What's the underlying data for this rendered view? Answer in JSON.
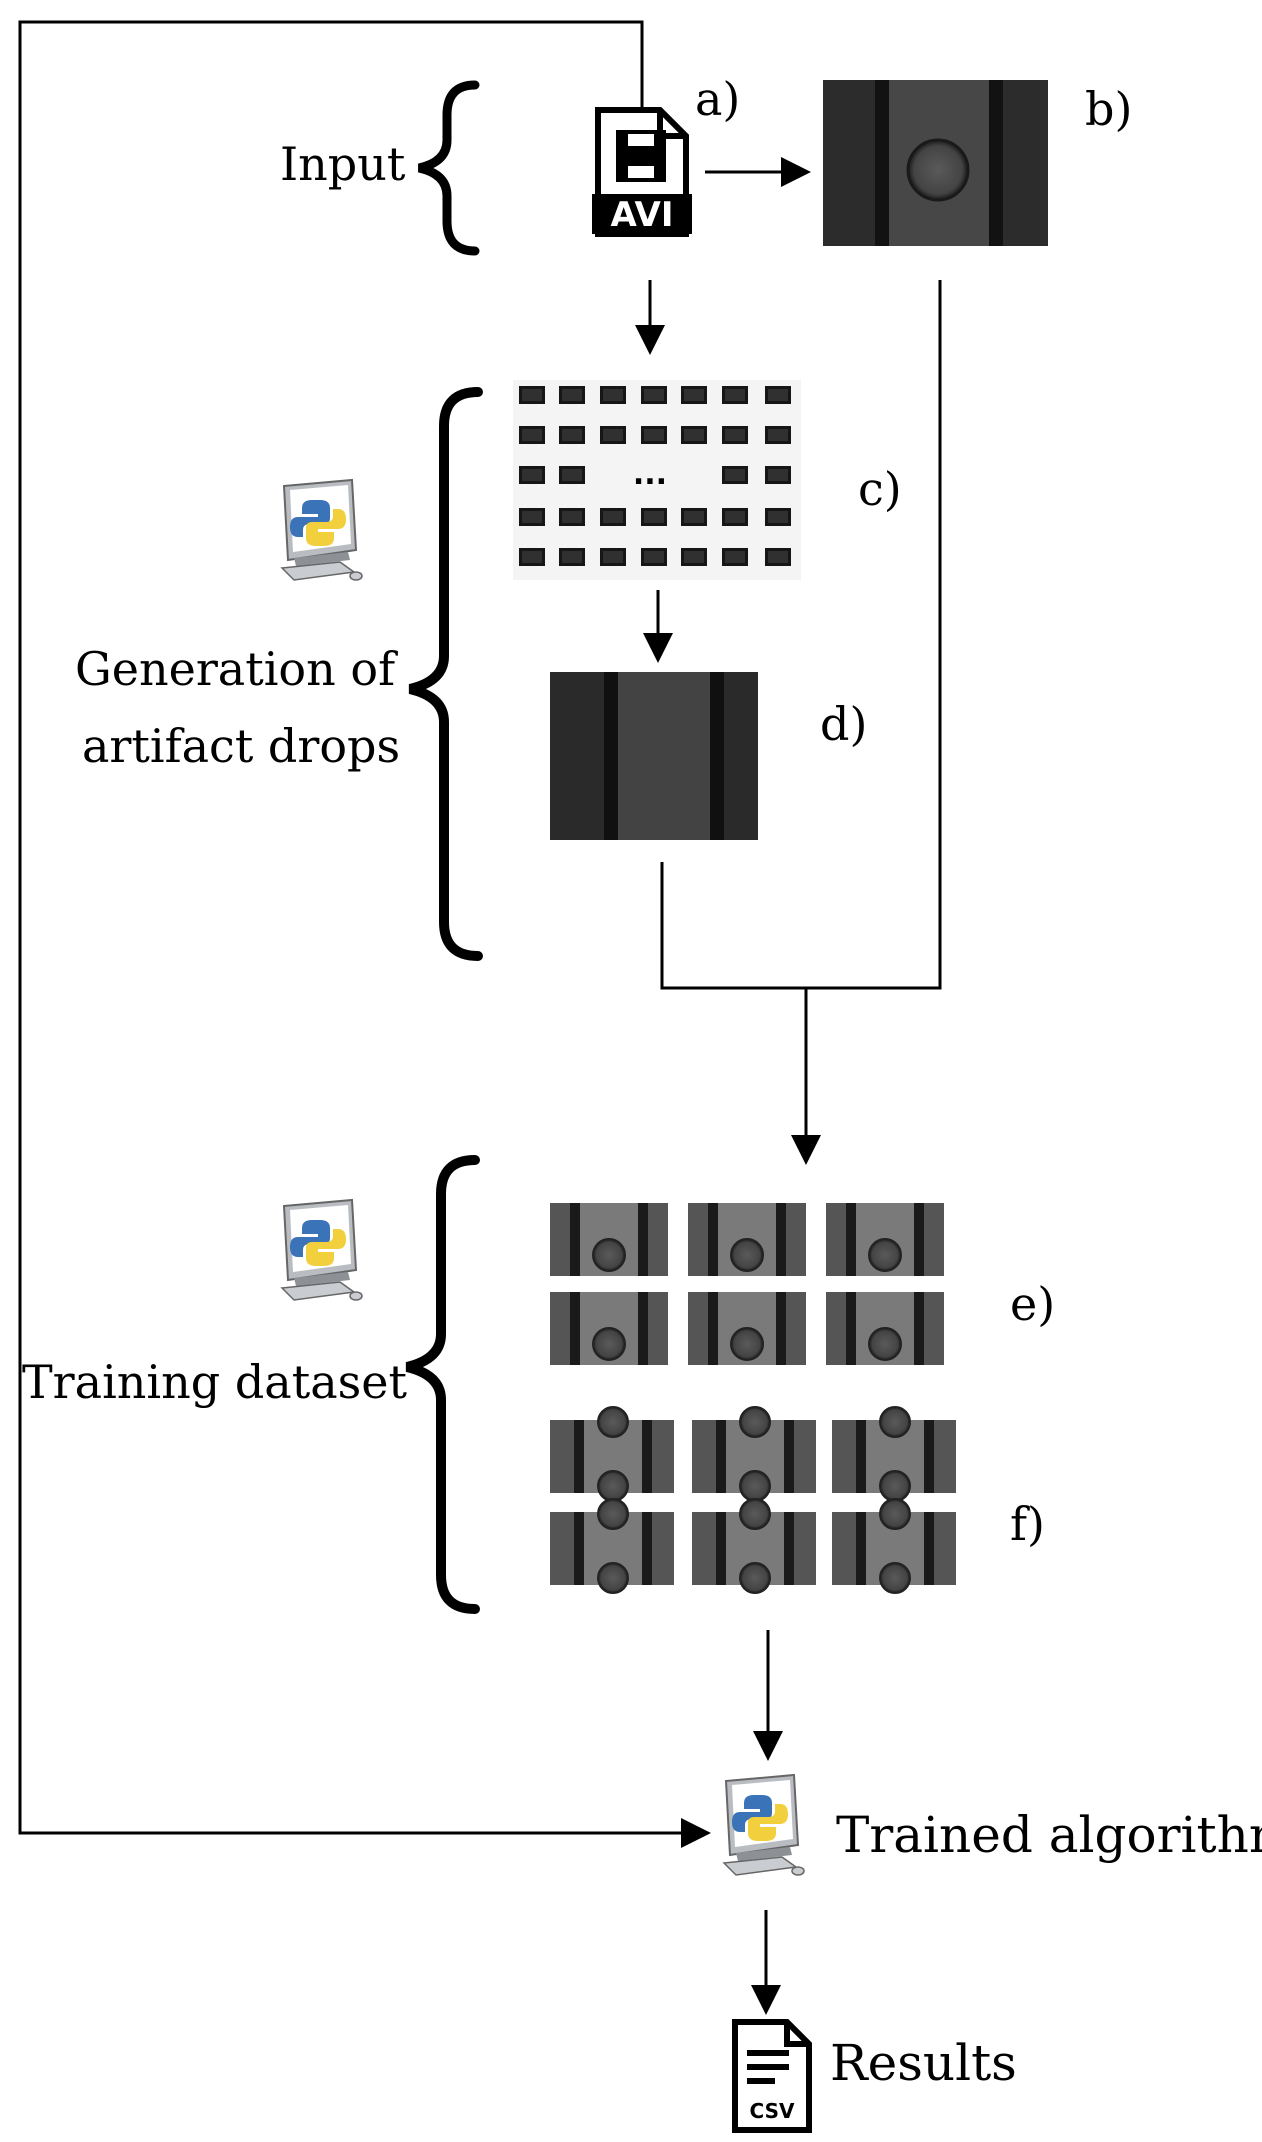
{
  "labels": {
    "input": "Input",
    "generation_line1": "Generation of",
    "generation_line2": "artifact drops",
    "training_dataset": "Training dataset",
    "trained_algorithm": "Trained algorithm",
    "results": "Results",
    "avi": "AVI",
    "csv": "CSV",
    "ellipsis": "..."
  },
  "markers": {
    "a": "a)",
    "b": "b)",
    "c": "c)",
    "d": "d)",
    "e": "e)",
    "f": "f)"
  },
  "icons": {
    "avi_file": "avi-file-icon",
    "python_computer": "python-computer-icon",
    "csv_file": "csv-file-icon"
  },
  "colors": {
    "line": "#000000",
    "frame_dark": "#2a2a2a",
    "frame_gray": "#5a5a5a",
    "python_blue": "#3a73b8",
    "python_yellow": "#f2cf3c"
  }
}
